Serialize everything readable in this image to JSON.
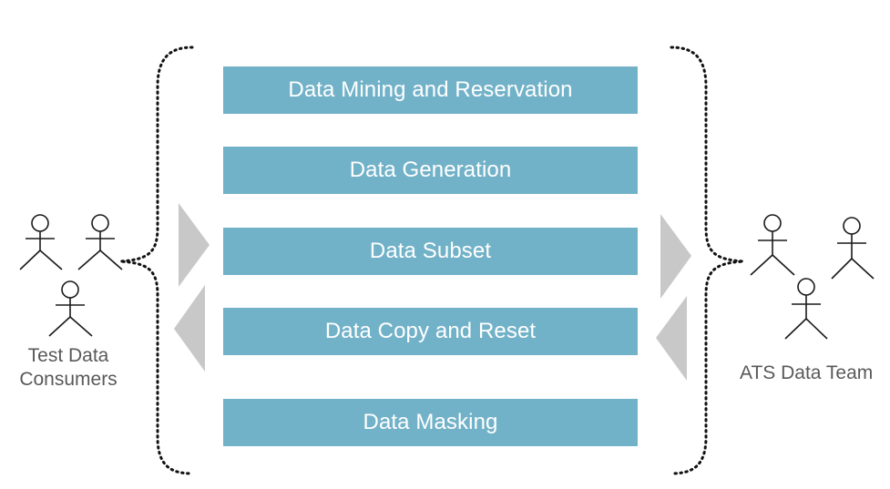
{
  "colors": {
    "box_fill": "#72b2c8",
    "box_text": "#ffffff",
    "arrow": "#c8c8c8",
    "actor_line": "#1a1a1a",
    "brace": "#111111",
    "label_text": "#595959"
  },
  "services": [
    {
      "label": "Data Mining and Reservation"
    },
    {
      "label": "Data Generation"
    },
    {
      "label": "Data Subset"
    },
    {
      "label": "Data Copy and Reset"
    },
    {
      "label": "Data Masking"
    }
  ],
  "left_group": {
    "label_line1": "Test Data",
    "label_line2": "Consumers",
    "icon": "stick-figure-actor",
    "actor_count": 3
  },
  "right_group": {
    "label": "ATS Data Team",
    "icon": "stick-figure-actor",
    "actor_count": 3
  },
  "arrows": {
    "left_outer": "triangle-right / triangle-left",
    "right_outer": "triangle-right / triangle-left"
  }
}
